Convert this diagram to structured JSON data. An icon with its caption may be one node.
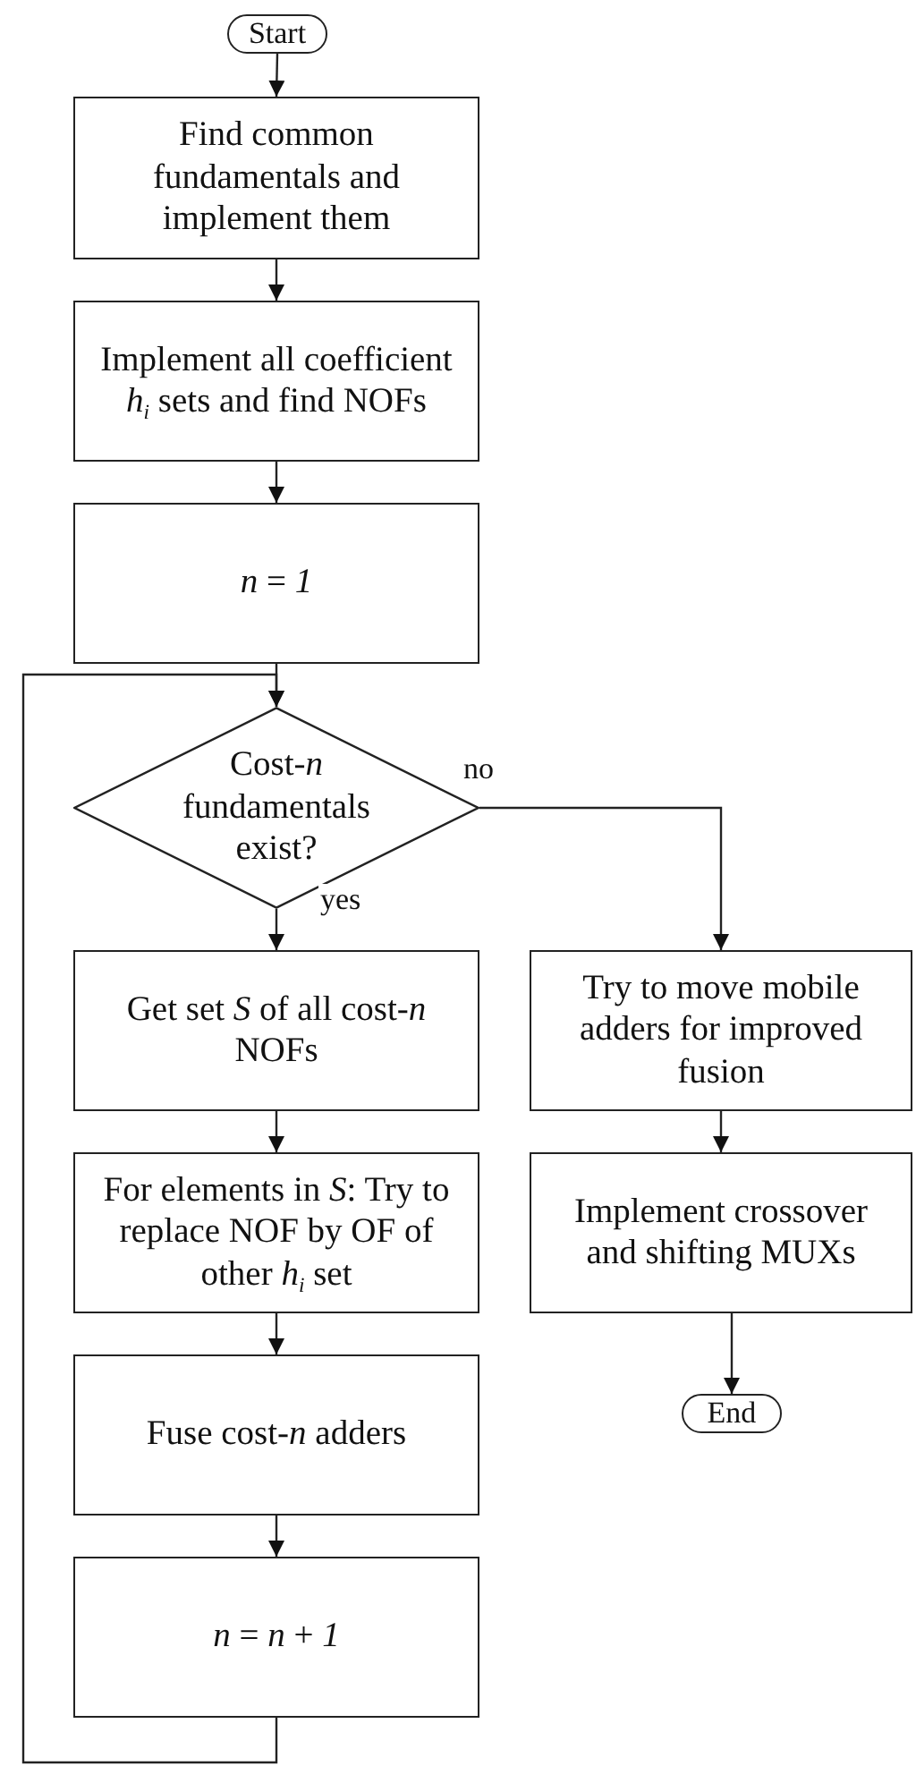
{
  "diagram": {
    "nodes": [
      {
        "text": [
          "Start"
        ]
      },
      {
        "text": [
          "Find common fundamentals and implement them"
        ]
      },
      {
        "text": [
          "Implement all coefficient *h*$_{i}$ sets and find NOFs"
        ]
      },
      {
        "text": [
          "*n* = *1*"
        ]
      },
      {
        "text": [
          "Cost-*n* fundamentals exist?"
        ]
      },
      {
        "text": [
          "Get set *S* of all cost-*n* NOFs"
        ]
      },
      {
        "text": [
          "Try to move mobile adders for improved fusion"
        ]
      },
      {
        "text": [
          "For elements in *S*: Try to replace NOF by OF of other *h*$_{i}$ set"
        ]
      },
      {
        "text": [
          "Implement crossover and shifting MUXs"
        ]
      },
      {
        "text": [
          "End"
        ]
      },
      {
        "text": [
          "Fuse cost-*n* adders"
        ]
      },
      {
        "text": [
          "*n* = *n* + *1*"
        ]
      }
    ],
    "edges": [
      {
        "from": 0,
        "to": 1,
        "arrow": "to"
      },
      {
        "from": 1,
        "to": 2,
        "arrow": "to"
      },
      {
        "from": 2,
        "to": 3,
        "arrow": "to"
      },
      {
        "from": 3,
        "to": 4,
        "arrow": "to"
      },
      {
        "from": 4,
        "to": 5,
        "arrow": "to",
        "label": "yes"
      },
      {
        "from": 4,
        "to": 6,
        "arrow": "to",
        "label": "no"
      },
      {
        "from": 5,
        "to": 7,
        "arrow": "to"
      },
      {
        "from": 7,
        "to": 10,
        "arrow": "to"
      },
      {
        "from": 10,
        "to": 11,
        "arrow": "to"
      },
      {
        "from": 11,
        "to": 4,
        "arrow": "to"
      },
      {
        "from": 6,
        "to": 8,
        "arrow": "to"
      },
      {
        "from": 8,
        "to": 9,
        "arrow": "to"
      }
    ]
  }
}
